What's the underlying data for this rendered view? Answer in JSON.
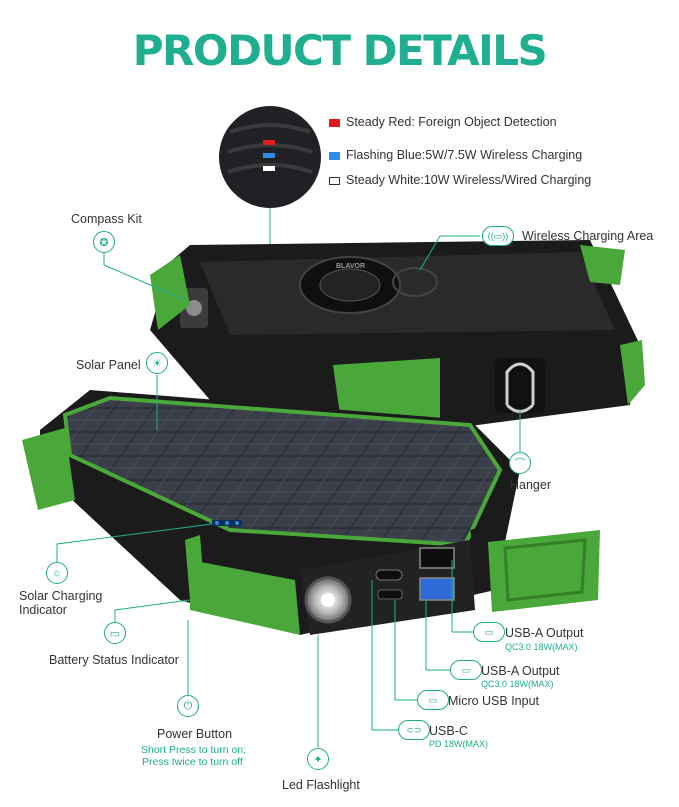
{
  "title": "PRODUCT DETAILS",
  "indicators": [
    {
      "text": "Steady Red: Foreign Object Detection",
      "color": "#e31b1b"
    },
    {
      "text": "Flashing Blue:5W/7.5W Wireless Charging",
      "color": "#2f8be6"
    },
    {
      "text": "Steady White:10W Wireless/Wired Charging",
      "color": "#ffffff"
    }
  ],
  "brand": "BLAVOR",
  "labels": {
    "compass": "Compass Kit",
    "wireless_area": "Wireless Charging Area",
    "solar_panel": "Solar Panel",
    "hanger": "Hanger",
    "solar_indicator": "Solar Charging Indicator",
    "battery_indicator": "Battery Status Indicator",
    "power_button": "Power Button",
    "power_note_1": "Short Press to turn on;",
    "power_note_2": "Press twice to turn off",
    "flashlight": "Led Flashlight",
    "usba1": "USB-A Output",
    "usba1_sub": "QC3.0 18W(MAX)",
    "usba2": "USB-A Output",
    "usba2_sub": "QC3.0 18W(MAX)",
    "micro": "Micro USB Input",
    "usbc": "USB-C",
    "usbc_sub": "PD 18W(MAX)"
  },
  "icons": [
    "compass-icon",
    "wireless-charging-icon",
    "solar-panel-icon",
    "hanger-icon",
    "solar-indicator-icon",
    "battery-icon",
    "power-icon",
    "flashlight-icon",
    "usb-a-icon",
    "micro-usb-icon",
    "usb-c-icon"
  ],
  "colors": {
    "accent": "#1fae8f",
    "device_green": "#4aa83a",
    "device_black": "#1b1b1b"
  }
}
